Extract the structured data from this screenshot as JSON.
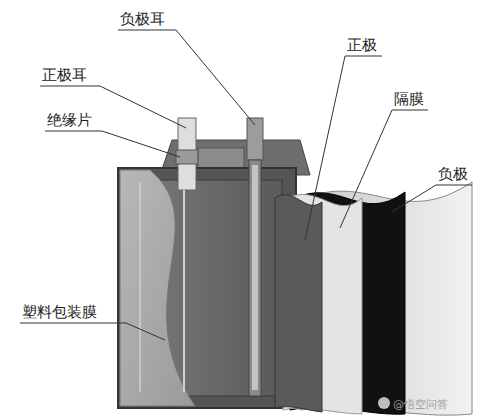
{
  "diagram": {
    "labels": [
      "负极耳",
      "正极耳",
      "正极",
      "隔膜",
      "绝缘片",
      "负极",
      "塑料包装膜",
      "@悟空问答"
    ]
  }
}
